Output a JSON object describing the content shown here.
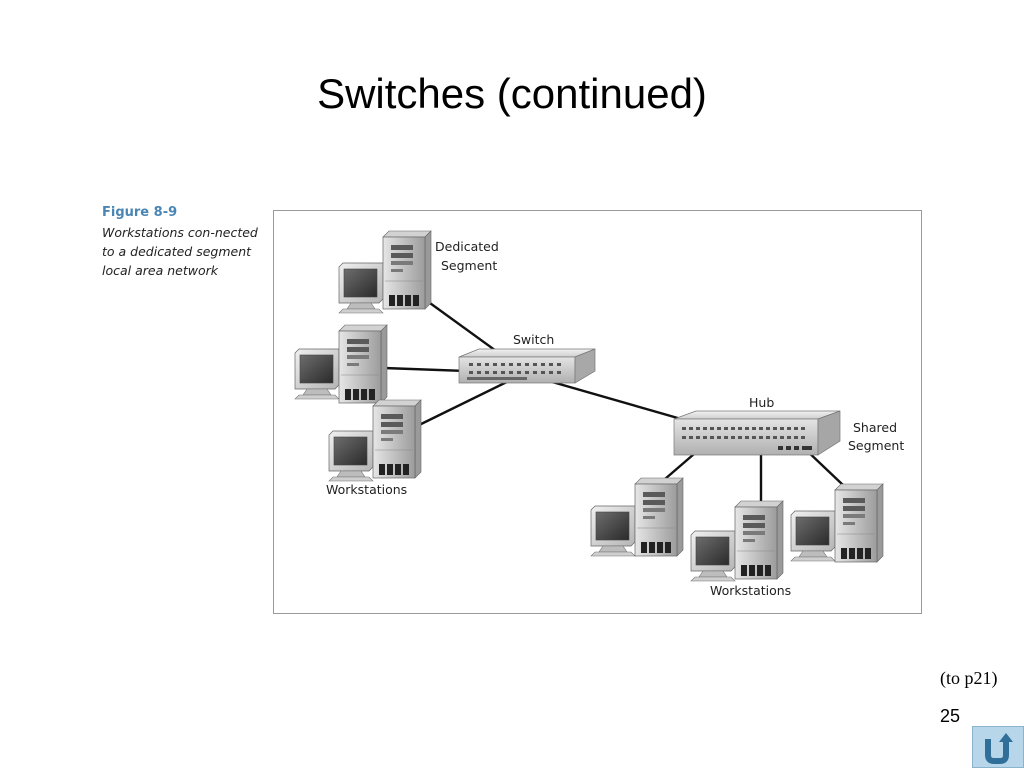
{
  "slide": {
    "title": "Switches (continued)",
    "reference": "(to p21)",
    "page_number": "25"
  },
  "figure": {
    "label": "Figure 8-9",
    "description": "Workstations con-nected to a dedicated segment local area network"
  },
  "diagram": {
    "labels": {
      "dedicated_segment": [
        "Dedicated",
        "Segment"
      ],
      "switch": "Switch",
      "hub": "Hub",
      "shared_segment": [
        "Shared",
        "Segment"
      ],
      "workstations_left": "Workstations",
      "workstations_bottom": "Workstations"
    }
  },
  "nav": {
    "home_icon": "return-arrow-icon"
  }
}
